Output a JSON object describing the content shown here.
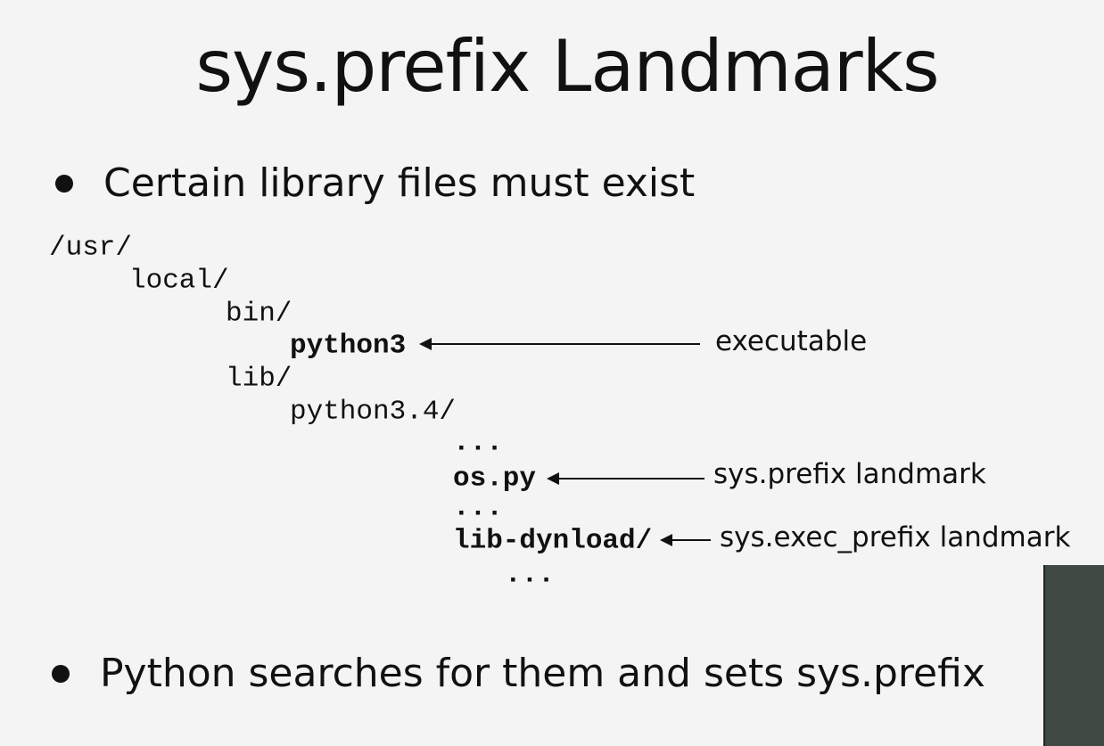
{
  "title": "sys.prefix Landmarks",
  "bullets": [
    "Certain library files must exist",
    "Python searches for them and sets sys.prefix"
  ],
  "tree": {
    "usr": "/usr/",
    "local": "local/",
    "bin": "bin/",
    "python3": "python3",
    "lib": "lib/",
    "python34": "python3.4/",
    "ellipsis1": "...",
    "ospy": "os.py",
    "ellipsis2": "...",
    "libdynload": "lib-dynload/",
    "ellipsis3": "..."
  },
  "labels": {
    "executable": "executable",
    "prefix": "sys.prefix landmark",
    "exec_prefix": "sys.exec_prefix landmark"
  }
}
